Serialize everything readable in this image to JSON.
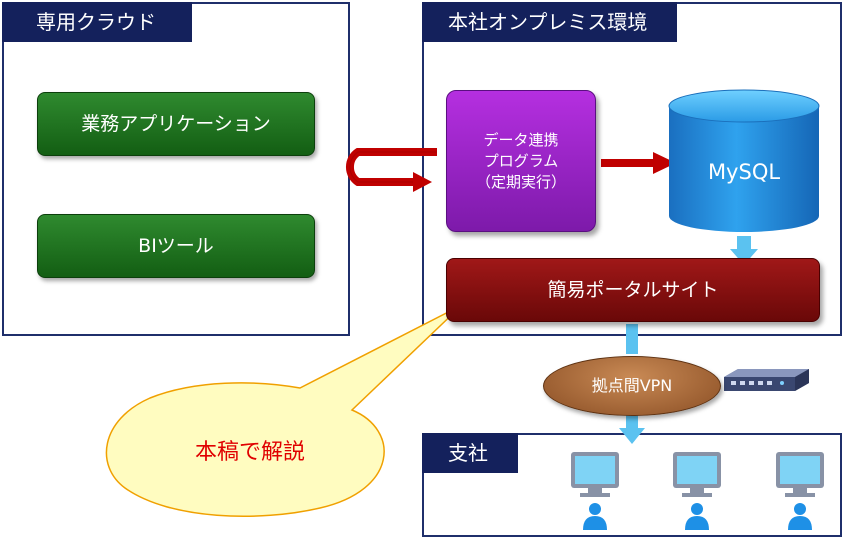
{
  "panels": {
    "cloud": {
      "title": "専用クラウド"
    },
    "hq": {
      "title": "本社オンプレミス環境"
    },
    "branch": {
      "title": "支社"
    }
  },
  "cloud": {
    "business_app": "業務アプリケーション",
    "bi_tool": "BIツール"
  },
  "hq": {
    "sync_program": {
      "line1": "データ連携",
      "line2": "プログラム",
      "line3": "（定期実行）"
    },
    "database": "MySQL",
    "portal": "簡易ポータルサイト"
  },
  "network": {
    "vpn": "拠点間VPN"
  },
  "callout": {
    "text": "本稿で解説"
  },
  "colors": {
    "panel_title_bg": "#14215c",
    "app_green": "#1f7a1f",
    "program_purple": "#9a22c8",
    "db_blue": "#1e88d8",
    "portal_red": "#7e0f0f",
    "arrow_red": "#c00000",
    "arrow_blue": "#5bc2f0",
    "callout_fill": "#fffcc0",
    "callout_text": "#e00000"
  },
  "icons": [
    "router-icon",
    "pc-monitor-icon",
    "user-icon"
  ]
}
